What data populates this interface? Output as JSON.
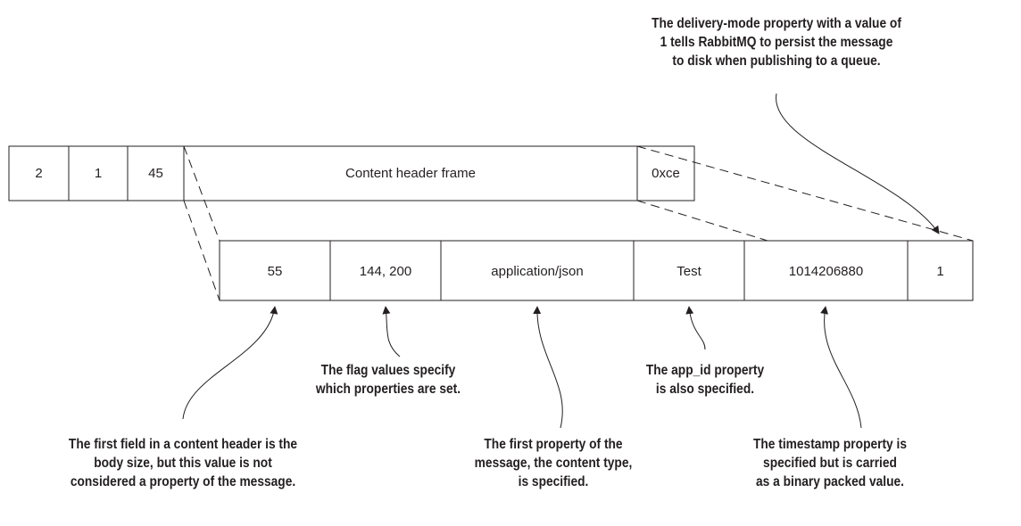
{
  "frame_row": {
    "cells": [
      "2",
      "1",
      "45",
      "Content header frame",
      "0xce"
    ]
  },
  "payload_row": {
    "cells": [
      "55",
      "144, 200",
      "application/json",
      "Test",
      "1014206880",
      "1"
    ]
  },
  "annotations": {
    "delivery_mode": [
      "The delivery-mode property with a value of",
      "1 tells RabbitMQ to persist the message",
      "to disk when publishing to a queue."
    ],
    "flag_values": [
      "The flag values specify",
      "which properties are set."
    ],
    "app_id": [
      "The app_id property",
      "is also specified."
    ],
    "body_size": [
      "The first field in a content header is the",
      "body size, but this value is not",
      "considered a property of the message."
    ],
    "content_type": [
      "The first property of the",
      "message, the content type,",
      "is specified."
    ],
    "timestamp": [
      "The timestamp property is",
      "specified but is carried",
      "as a binary packed value."
    ]
  },
  "colors": {
    "ink": "#231f20",
    "background": "#ffffff"
  }
}
